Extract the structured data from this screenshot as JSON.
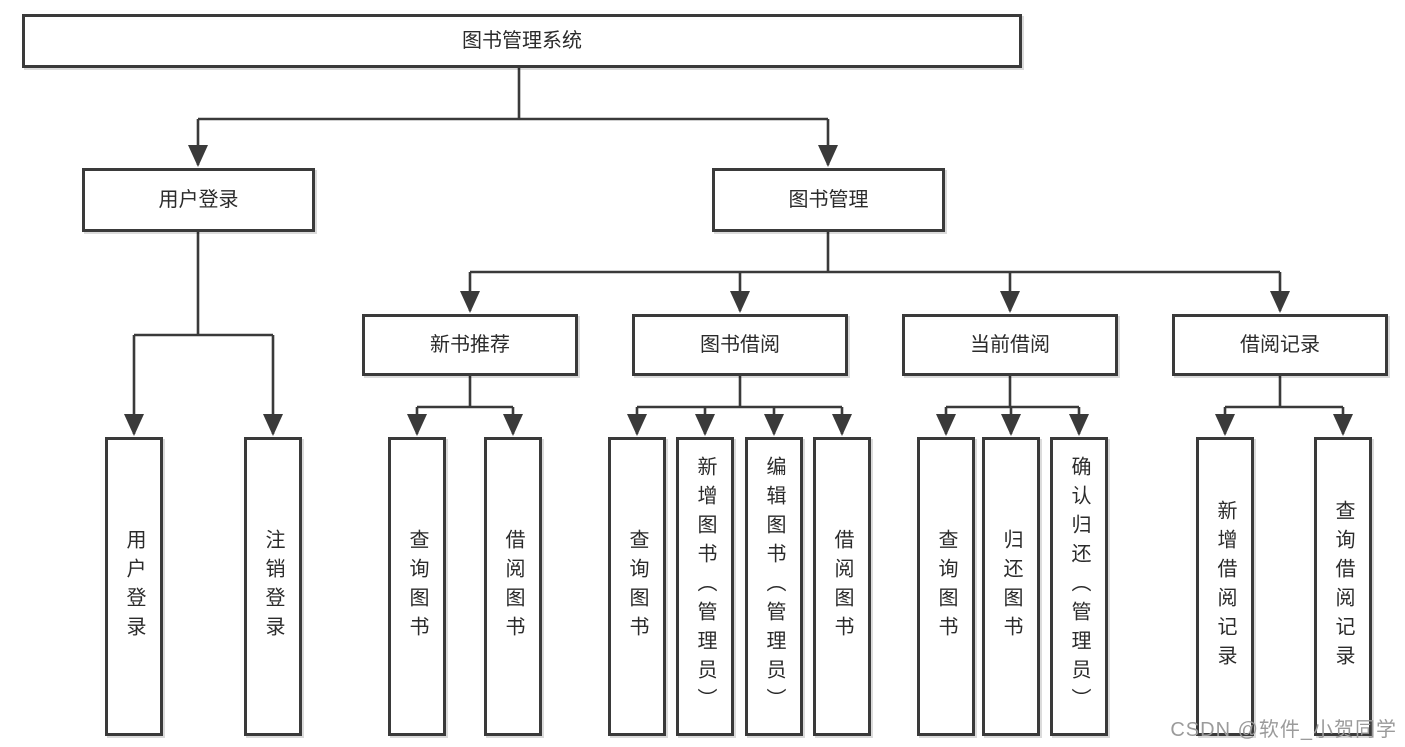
{
  "diagram": {
    "root": "图书管理系统",
    "nodes": {
      "user_login": {
        "label": "用户登录",
        "children": [
          "用户登录",
          "注销登录"
        ]
      },
      "book_mgmt": {
        "label": "图书管理",
        "children": {
          "new_books": {
            "label": "新书推荐",
            "children": [
              "查询图书",
              "借阅图书"
            ]
          },
          "borrowing": {
            "label": "图书借阅",
            "children": [
              "查询图书",
              "新增图书（管理员）",
              "编辑图书（管理员）",
              "借阅图书"
            ]
          },
          "current": {
            "label": "当前借阅",
            "children": [
              "查询图书",
              "归还图书",
              "确认归还（管理员）"
            ]
          },
          "records": {
            "label": "借阅记录",
            "children": [
              "新增借阅记录",
              "查询借阅记录"
            ]
          }
        }
      }
    },
    "watermark": "CSDN @软件_小贺同学"
  },
  "colors": {
    "line": "#3a3a3a",
    "text": "#2b2b2b",
    "watermark": "#9b9b9b",
    "background": "#ffffff"
  }
}
